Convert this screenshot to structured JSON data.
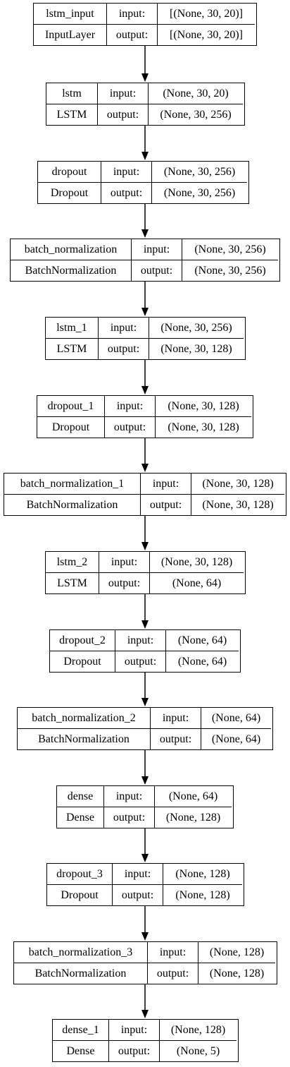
{
  "labels": {
    "input": "input:",
    "output": "output:"
  },
  "layers": [
    {
      "name": "lstm_input",
      "type": "InputLayer",
      "input": "[(None, 30, 20)]",
      "output": "[(None, 30, 20)]"
    },
    {
      "name": "lstm",
      "type": "LSTM",
      "input": "(None, 30, 20)",
      "output": "(None, 30, 256)"
    },
    {
      "name": "dropout",
      "type": "Dropout",
      "input": "(None, 30, 256)",
      "output": "(None, 30, 256)"
    },
    {
      "name": "batch_normalization",
      "type": "BatchNormalization",
      "input": "(None, 30, 256)",
      "output": "(None, 30, 256)"
    },
    {
      "name": "lstm_1",
      "type": "LSTM",
      "input": "(None, 30, 256)",
      "output": "(None, 30, 128)"
    },
    {
      "name": "dropout_1",
      "type": "Dropout",
      "input": "(None, 30, 128)",
      "output": "(None, 30, 128)"
    },
    {
      "name": "batch_normalization_1",
      "type": "BatchNormalization",
      "input": "(None, 30, 128)",
      "output": "(None, 30, 128)"
    },
    {
      "name": "lstm_2",
      "type": "LSTM",
      "input": "(None, 30, 128)",
      "output": "(None, 64)"
    },
    {
      "name": "dropout_2",
      "type": "Dropout",
      "input": "(None, 64)",
      "output": "(None, 64)"
    },
    {
      "name": "batch_normalization_2",
      "type": "BatchNormalization",
      "input": "(None, 64)",
      "output": "(None, 64)"
    },
    {
      "name": "dense",
      "type": "Dense",
      "input": "(None, 64)",
      "output": "(None, 128)"
    },
    {
      "name": "dropout_3",
      "type": "Dropout",
      "input": "(None, 128)",
      "output": "(None, 128)"
    },
    {
      "name": "batch_normalization_3",
      "type": "BatchNormalization",
      "input": "(None, 128)",
      "output": "(None, 128)"
    },
    {
      "name": "dense_1",
      "type": "Dense",
      "input": "(None, 128)",
      "output": "(None, 5)"
    }
  ]
}
